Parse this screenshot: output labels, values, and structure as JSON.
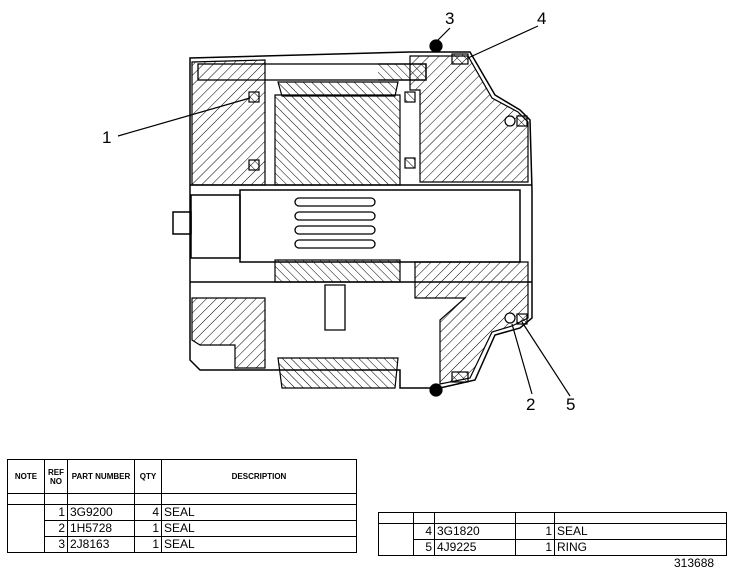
{
  "callouts": [
    "1",
    "2",
    "3",
    "4",
    "5"
  ],
  "table_left": {
    "headers": [
      "NOTE",
      "REF NO",
      "PART NUMBER",
      "QTY",
      "DESCRIPTION"
    ],
    "rows": [
      {
        "ref": "1",
        "part": "3G9200",
        "qty": "4",
        "desc": "SEAL"
      },
      {
        "ref": "2",
        "part": "1H5728",
        "qty": "1",
        "desc": "SEAL"
      },
      {
        "ref": "3",
        "part": "2J8163",
        "qty": "1",
        "desc": "SEAL"
      }
    ]
  },
  "table_right": {
    "rows": [
      {
        "ref": "4",
        "part": "3G1820",
        "qty": "1",
        "desc": "SEAL"
      },
      {
        "ref": "5",
        "part": "4J9225",
        "qty": "1",
        "desc": "RING"
      }
    ]
  },
  "drawing_number": "313688"
}
